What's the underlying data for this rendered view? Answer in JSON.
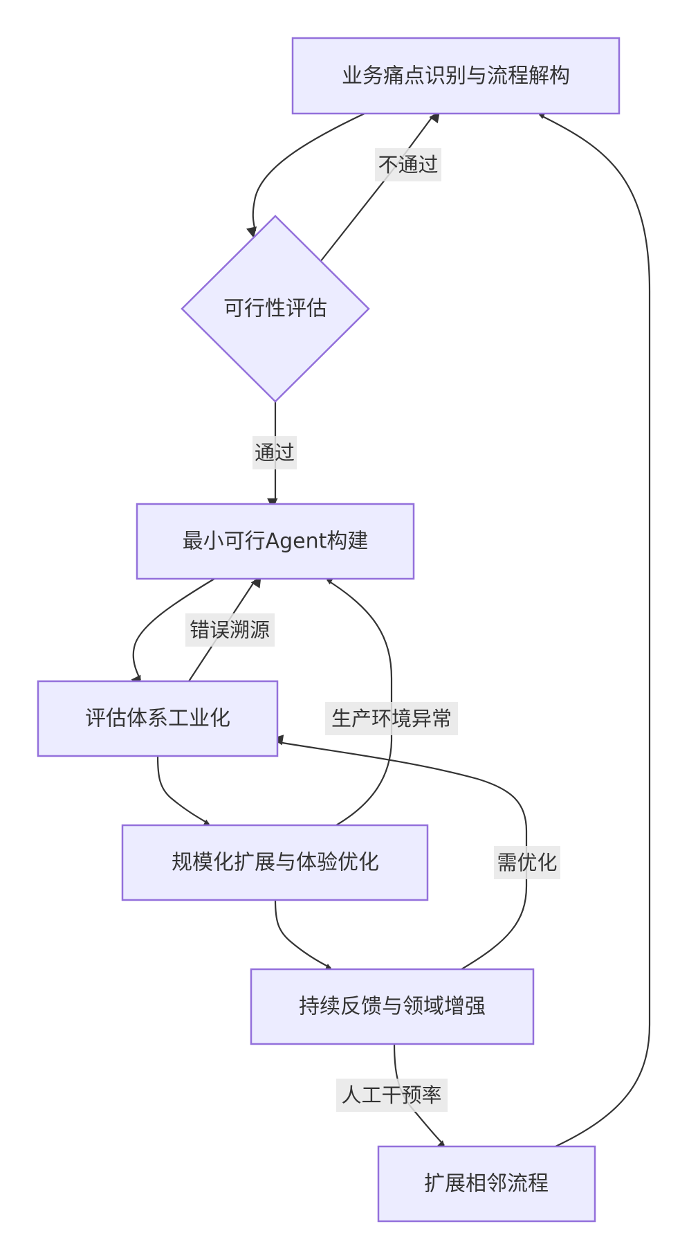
{
  "diagram": {
    "type": "flowchart",
    "colors": {
      "node_fill": "#ECECFF",
      "node_border": "#9370DB",
      "edge": "#333333",
      "text": "#333333",
      "edge_label_bg": "#e8e8e8"
    },
    "nodes": {
      "pain_point": {
        "label": "业务痛点识别与流程解构",
        "shape": "rect"
      },
      "feasibility": {
        "label": "可行性评估",
        "shape": "diamond"
      },
      "mvp_agent": {
        "label": "最小可行Agent构建",
        "shape": "rect"
      },
      "evaluation": {
        "label": "评估体系工业化",
        "shape": "rect"
      },
      "scale_up": {
        "label": "规模化扩展与体验优化",
        "shape": "rect"
      },
      "feedback": {
        "label": "持续反馈与领域增强",
        "shape": "rect"
      },
      "expand": {
        "label": "扩展相邻流程",
        "shape": "rect"
      }
    },
    "edges": [
      {
        "from": "pain_point",
        "to": "feasibility",
        "label": ""
      },
      {
        "from": "feasibility",
        "to": "pain_point",
        "label": "不通过"
      },
      {
        "from": "feasibility",
        "to": "mvp_agent",
        "label": "通过"
      },
      {
        "from": "mvp_agent",
        "to": "evaluation",
        "label": ""
      },
      {
        "from": "evaluation",
        "to": "mvp_agent",
        "label": "错误溯源"
      },
      {
        "from": "evaluation",
        "to": "scale_up",
        "label": ""
      },
      {
        "from": "scale_up",
        "to": "mvp_agent",
        "label": "生产环境异常"
      },
      {
        "from": "scale_up",
        "to": "feedback",
        "label": ""
      },
      {
        "from": "feedback",
        "to": "evaluation",
        "label": "需优化"
      },
      {
        "from": "feedback",
        "to": "expand",
        "label": "人工干预率"
      },
      {
        "from": "expand",
        "to": "pain_point",
        "label": ""
      }
    ]
  }
}
